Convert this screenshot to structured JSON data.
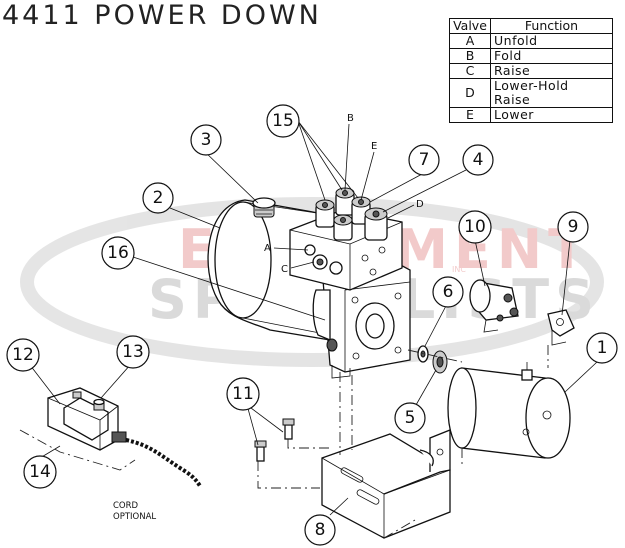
{
  "title": "4411 POWER DOWN",
  "valve_table": {
    "headers": [
      "Valve",
      "Function"
    ],
    "rows": [
      {
        "valve": "A",
        "function": "Unfold"
      },
      {
        "valve": "B",
        "function": "Fold"
      },
      {
        "valve": "C",
        "function": "Raise"
      },
      {
        "valve": "D",
        "function": "Lower-Hold Raise"
      },
      {
        "valve": "E",
        "function": "Lower"
      }
    ]
  },
  "callouts": [
    "1",
    "2",
    "3",
    "4",
    "5",
    "6",
    "7",
    "8",
    "9",
    "10",
    "11",
    "12",
    "13",
    "14",
    "15",
    "16"
  ],
  "port_labels": {
    "a": "A",
    "b": "B",
    "c": "C",
    "d": "D",
    "e": "E"
  },
  "watermark": {
    "line1": "EQUIPMENT",
    "line2": "SPECIALISTS",
    "inc": "INC",
    "color": "#e8a0a0"
  },
  "cord_note": {
    "line1": "CORD",
    "line2": "OPTIONAL"
  }
}
